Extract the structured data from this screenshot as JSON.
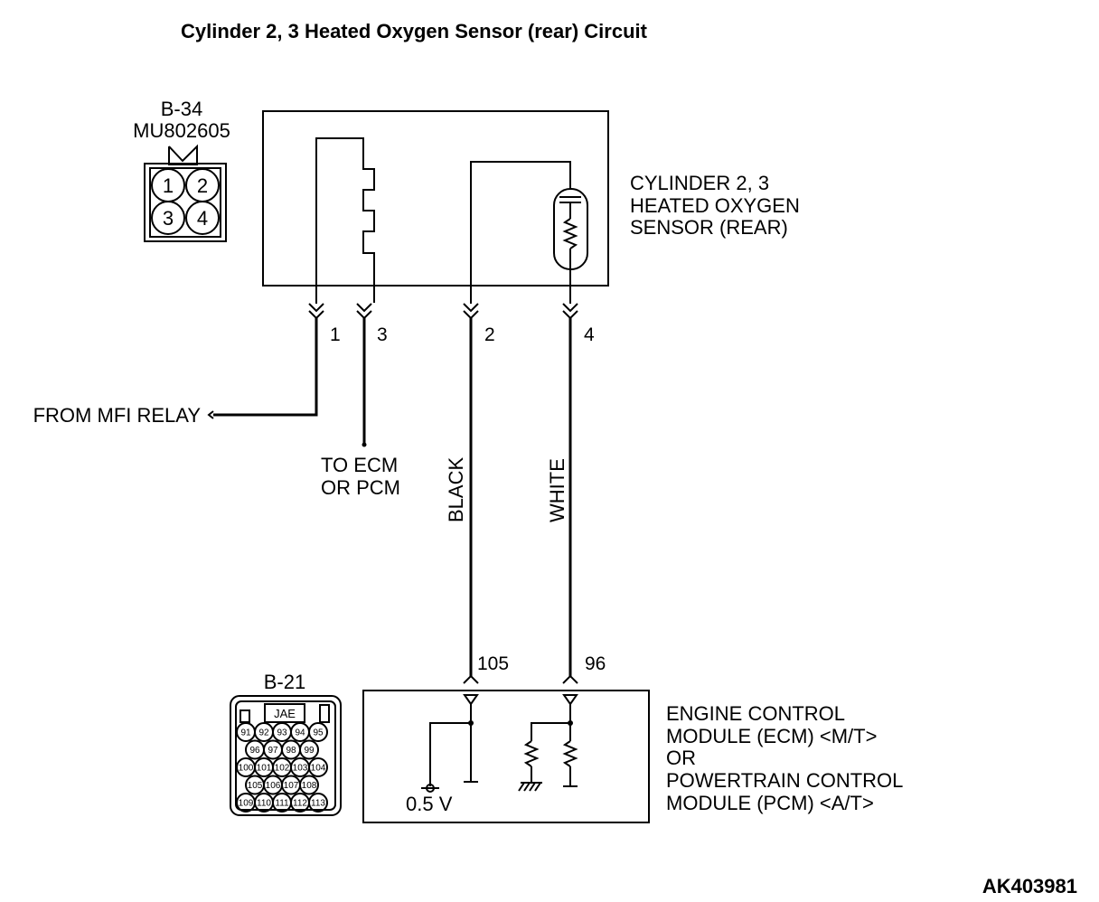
{
  "title": "Cylinder 2, 3 Heated Oxygen Sensor (rear) Circuit",
  "figure_id": "AK403981",
  "sensor_connector": {
    "id": "B-34",
    "part_number": "MU802605",
    "pins": [
      "1",
      "2",
      "3",
      "4"
    ]
  },
  "sensor": {
    "label_lines": [
      "CYLINDER 2, 3",
      "HEATED OXYGEN",
      "SENSOR (REAR)"
    ]
  },
  "sensor_terminals": [
    "1",
    "3",
    "2",
    "4"
  ],
  "from_relay_label": "FROM MFI RELAY",
  "to_ecm_label_lines": [
    "TO ECM",
    "OR PCM"
  ],
  "wire_colors": [
    "BLACK",
    "WHITE"
  ],
  "ecm_terminals": [
    "105",
    "96"
  ],
  "ecm_connector": {
    "id": "B-21",
    "maker": "JAE",
    "rows": [
      [
        "91",
        "92",
        "93",
        "94",
        "95"
      ],
      [
        "96",
        "97",
        "98",
        "99"
      ],
      [
        "100",
        "101",
        "102",
        "103",
        "104"
      ],
      [
        "105",
        "106",
        "107",
        "108"
      ],
      [
        "109",
        "110",
        "111",
        "112",
        "113"
      ]
    ]
  },
  "voltage_label": "0.5 V",
  "ecm": {
    "label_lines": [
      "ENGINE CONTROL",
      "MODULE (ECM) <M/T>",
      "OR",
      "POWERTRAIN CONTROL",
      "MODULE (PCM) <A/T>"
    ]
  }
}
